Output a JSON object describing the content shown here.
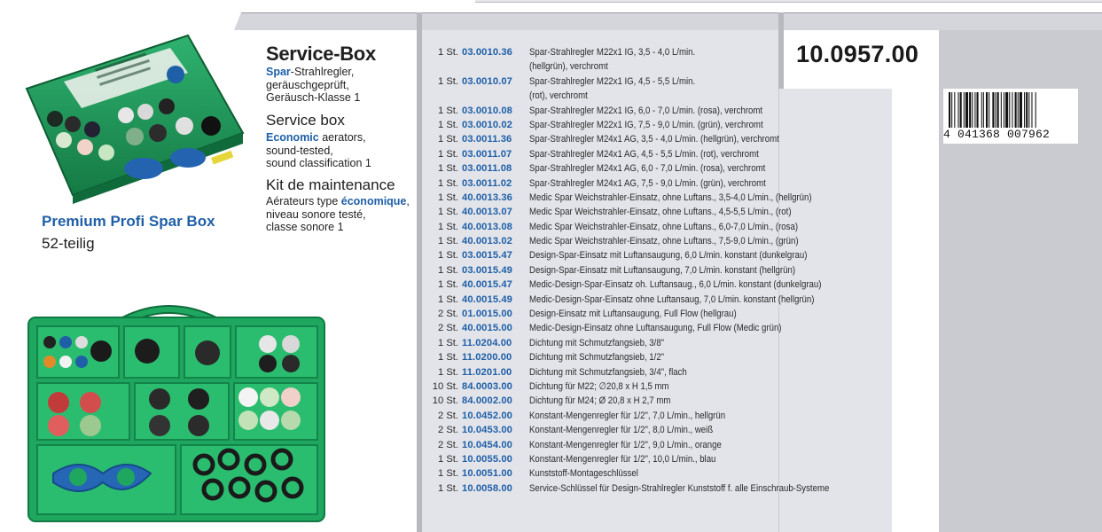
{
  "product": {
    "title": "Service-Box",
    "de": {
      "accent": "Spar",
      "line1_rest": "-Strahlregler,",
      "line2": "geräuschgeprüft,",
      "line3": "Geräusch-Klasse 1"
    },
    "en": {
      "heading": "Service box",
      "accent": "Economic",
      "line1_rest": " aerators,",
      "line2": "sound-tested,",
      "line3": "sound classification 1"
    },
    "fr": {
      "heading": "Kit de maintenance",
      "line1_pre": "Aérateurs type ",
      "accent": "économique",
      "line1_post": ",",
      "line2": "niveau sonore testé,",
      "line3": "classe sonore 1"
    },
    "promo_title": "Premium Profi Spar Box",
    "promo_sub": "52-teilig",
    "article_number": "10.0957.00",
    "barcode": {
      "digits": "4 041368 007962",
      "lead": "4",
      "group1": "041368",
      "group2": "007962"
    }
  },
  "parts": [
    {
      "qty": "1 St.",
      "code": "03.0010.36",
      "text": "Spar-Strahlregler M22x1 IG, 3,5 - 4,0 L/min."
    },
    {
      "qty": "",
      "code": "",
      "text": "(hellgrün), verchromt"
    },
    {
      "qty": "1 St.",
      "code": "03.0010.07",
      "text": "Spar-Strahlregler M22x1 IG, 4,5 - 5,5 L/min."
    },
    {
      "qty": "",
      "code": "",
      "text": "(rot), verchromt"
    },
    {
      "qty": "1 St.",
      "code": "03.0010.08",
      "text": "Spar-Strahlregler M22x1 IG, 6,0 - 7,0 L/min. (rosa), verchromt"
    },
    {
      "qty": "1 St.",
      "code": "03.0010.02",
      "text": "Spar-Strahlregler M22x1 IG, 7,5 - 9,0 L/min. (grün), verchromt"
    },
    {
      "qty": "1 St.",
      "code": "03.0011.36",
      "text": "Spar-Strahlregler M24x1 AG, 3,5 - 4,0 L/min. (hellgrün), verchromt"
    },
    {
      "qty": "1 St.",
      "code": "03.0011.07",
      "text": "Spar-Strahlregler M24x1 AG, 4,5 - 5,5 L/min. (rot), verchromt"
    },
    {
      "qty": "1 St.",
      "code": "03.0011.08",
      "text": "Spar-Strahlregler M24x1 AG, 6,0 - 7,0 L/min. (rosa), verchromt"
    },
    {
      "qty": "1 St.",
      "code": "03.0011.02",
      "text": "Spar-Strahlregler M24x1 AG, 7,5 - 9,0 L/min. (grün), verchromt"
    },
    {
      "qty": "1 St.",
      "code": "40.0013.36",
      "text": "Medic Spar Weichstrahler-Einsatz, ohne Luftans., 3,5-4,0 L/min., (hellgrün)"
    },
    {
      "qty": "1 St.",
      "code": "40.0013.07",
      "text": "Medic Spar Weichstrahler-Einsatz, ohne Luftans., 4,5-5,5 L/min., (rot)"
    },
    {
      "qty": "1 St.",
      "code": "40.0013.08",
      "text": "Medic Spar Weichstrahler-Einsatz, ohne Luftans., 6,0-7,0 L/min., (rosa)"
    },
    {
      "qty": "1 St.",
      "code": "40.0013.02",
      "text": "Medic Spar Weichstrahler-Einsatz, ohne Luftans., 7,5-9,0 L/min., (grün)"
    },
    {
      "qty": "1 St.",
      "code": "03.0015.47",
      "text": "Design-Spar-Einsatz mit Luftansaugung, 6,0 L/min. konstant (dunkelgrau)"
    },
    {
      "qty": "1 St.",
      "code": "03.0015.49",
      "text": "Design-Spar-Einsatz mit Luftansaugung, 7,0 L/min. konstant (hellgrün)"
    },
    {
      "qty": "1 St.",
      "code": "40.0015.47",
      "text": "Medic-Design-Spar-Einsatz oh. Luftansaug., 6,0 L/min. konstant (dunkelgrau)"
    },
    {
      "qty": "1 St.",
      "code": "40.0015.49",
      "text": "Medic-Design-Spar-Einsatz ohne Luftansaug, 7,0 L/min. konstant (hellgrün)"
    },
    {
      "qty": "2 St.",
      "code": "01.0015.00",
      "text": "Design-Einsatz mit Luftansaugung, Full Flow (hellgrau)"
    },
    {
      "qty": "2 St.",
      "code": "40.0015.00",
      "text": "Medic-Design-Einsatz ohne Luftansaugung, Full Flow (Medic grün)"
    },
    {
      "qty": "1 St.",
      "code": "11.0204.00",
      "text": "Dichtung mit Schmutzfangsieb, 3/8\""
    },
    {
      "qty": "1 St.",
      "code": "11.0200.00",
      "text": "Dichtung mit Schmutzfangsieb, 1/2\""
    },
    {
      "qty": "1 St.",
      "code": "11.0201.00",
      "text": "Dichtung mit Schmutzfangsieb, 3/4\", flach"
    },
    {
      "qty": "10 St.",
      "code": "84.0003.00",
      "text": "Dichtung für M22; ∅20,8 x H 1,5 mm"
    },
    {
      "qty": "10 St.",
      "code": "84.0002.00",
      "text": "Dichtung für M24; Ø 20,8 x H 2,7 mm"
    },
    {
      "qty": "2 St.",
      "code": "10.0452.00",
      "text": "Konstant-Mengenregler für 1/2\", 7,0 L/min., hellgrün"
    },
    {
      "qty": "2 St.",
      "code": "10.0453.00",
      "text": "Konstant-Mengenregler für 1/2\", 8,0 L/min., weiß"
    },
    {
      "qty": "2 St.",
      "code": "10.0454.00",
      "text": "Konstant-Mengenregler für 1/2\", 9,0 L/min., orange"
    },
    {
      "qty": "1 St.",
      "code": "10.0055.00",
      "text": "Konstant-Mengenregler für 1/2\", 10,0 L/min., blau"
    },
    {
      "qty": "1 St.",
      "code": "10.0051.00",
      "text": "Kunststoff-Montageschlüssel"
    },
    {
      "qty": "1 St.",
      "code": "10.0058.00",
      "text": "Service-Schlüssel für Design-Strahlregler Kunststoff f. alle Einschraub-Systeme"
    }
  ],
  "colors": {
    "accent_blue": "#1f5fa8",
    "box_green": "#1f9a5a",
    "panel_gray": "#e2e4e9"
  }
}
